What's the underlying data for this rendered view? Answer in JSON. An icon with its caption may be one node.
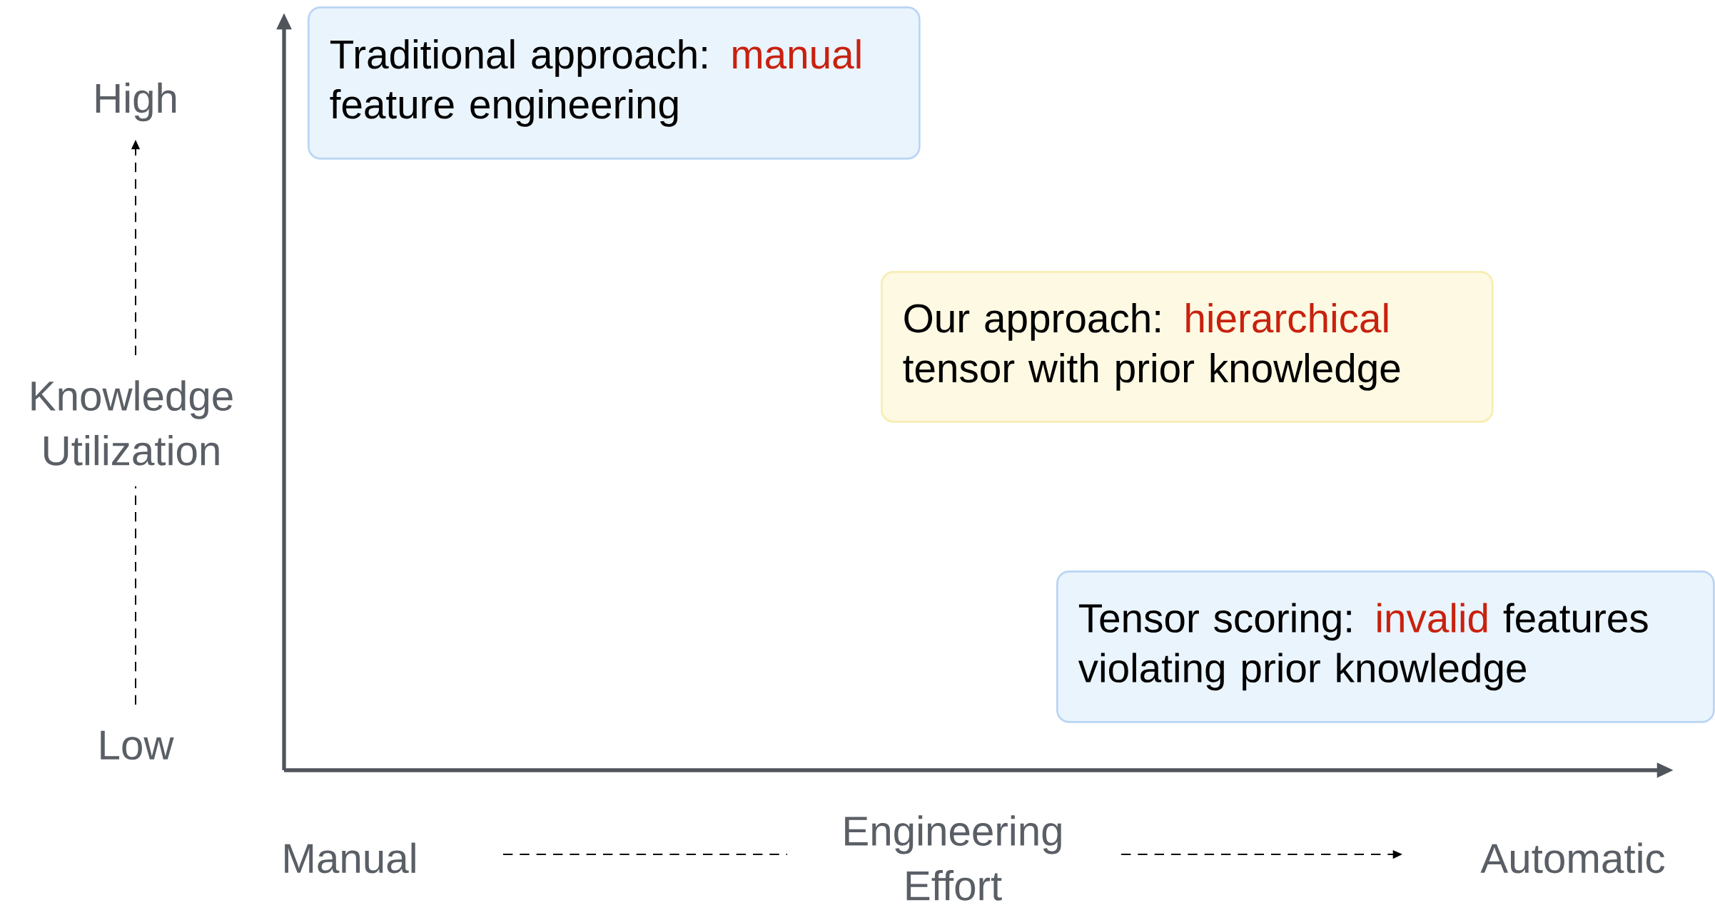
{
  "diagram": {
    "nodes": [
      {
        "text": [
          "Traditional approach: **manual** feature engineering"
        ]
      },
      {
        "text": [
          "Our approach: **hierarchical** tensor with prior knowledge"
        ]
      },
      {
        "text": [
          "Tensor scoring: **invalid** features violating prior knowledge"
        ]
      }
    ],
    "labels": [
      "High",
      "Knowledge Utilization",
      "Low",
      "Manual",
      "Engineering Effort",
      "Automatic"
    ]
  }
}
